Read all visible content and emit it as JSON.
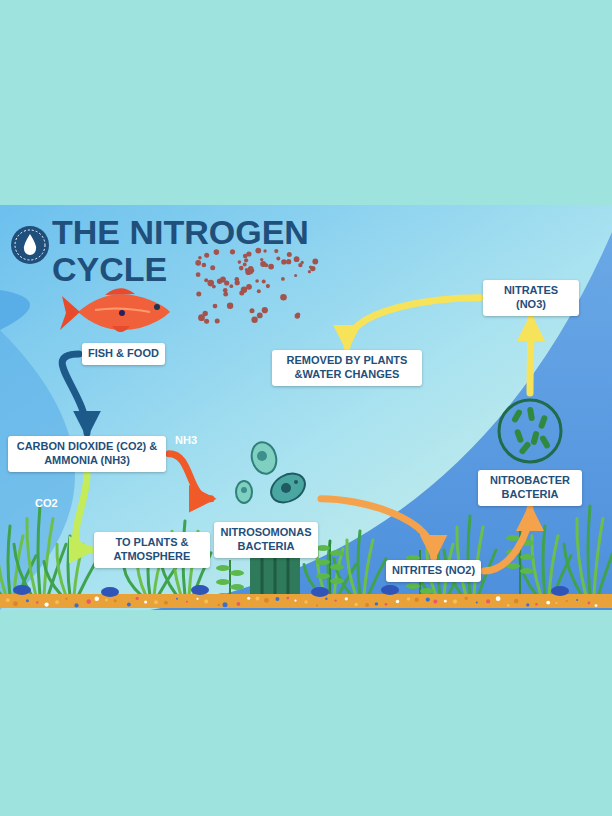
{
  "diagram": {
    "title": "THE NITROGEN CYCLE",
    "nodes": [
      {
        "text": [
          "FISH & FOOD"
        ]
      },
      {
        "text": [
          "CARBON DIOXIDE (CO2) & AMMONIA (NH3)"
        ]
      },
      {
        "text": [
          "TO PLANTS & ATMOSPHERE"
        ]
      },
      {
        "text": [
          "NITROSOMONAS BACTERIA"
        ]
      },
      {
        "text": [
          "NITRITES (NO2)"
        ]
      },
      {
        "text": [
          "NITROBACTER BACTERIA"
        ]
      },
      {
        "text": [
          "NITRATES (NO3)"
        ]
      },
      {
        "text": [
          "REMOVED BY PLANTS &WATER CHANGES"
        ]
      }
    ],
    "edges": [
      {
        "from": 0,
        "to": 1,
        "arrow": "to"
      },
      {
        "from": 1,
        "to": 2,
        "arrow": "to",
        "label": "CO2"
      },
      {
        "from": 1,
        "to": 3,
        "arrow": "to",
        "label": "NH3"
      },
      {
        "from": 3,
        "to": 4,
        "arrow": "to"
      },
      {
        "from": 4,
        "to": 5,
        "arrow": "to"
      },
      {
        "from": 5,
        "to": 6,
        "arrow": "to"
      },
      {
        "from": 6,
        "to": 7,
        "arrow": "to"
      }
    ]
  }
}
